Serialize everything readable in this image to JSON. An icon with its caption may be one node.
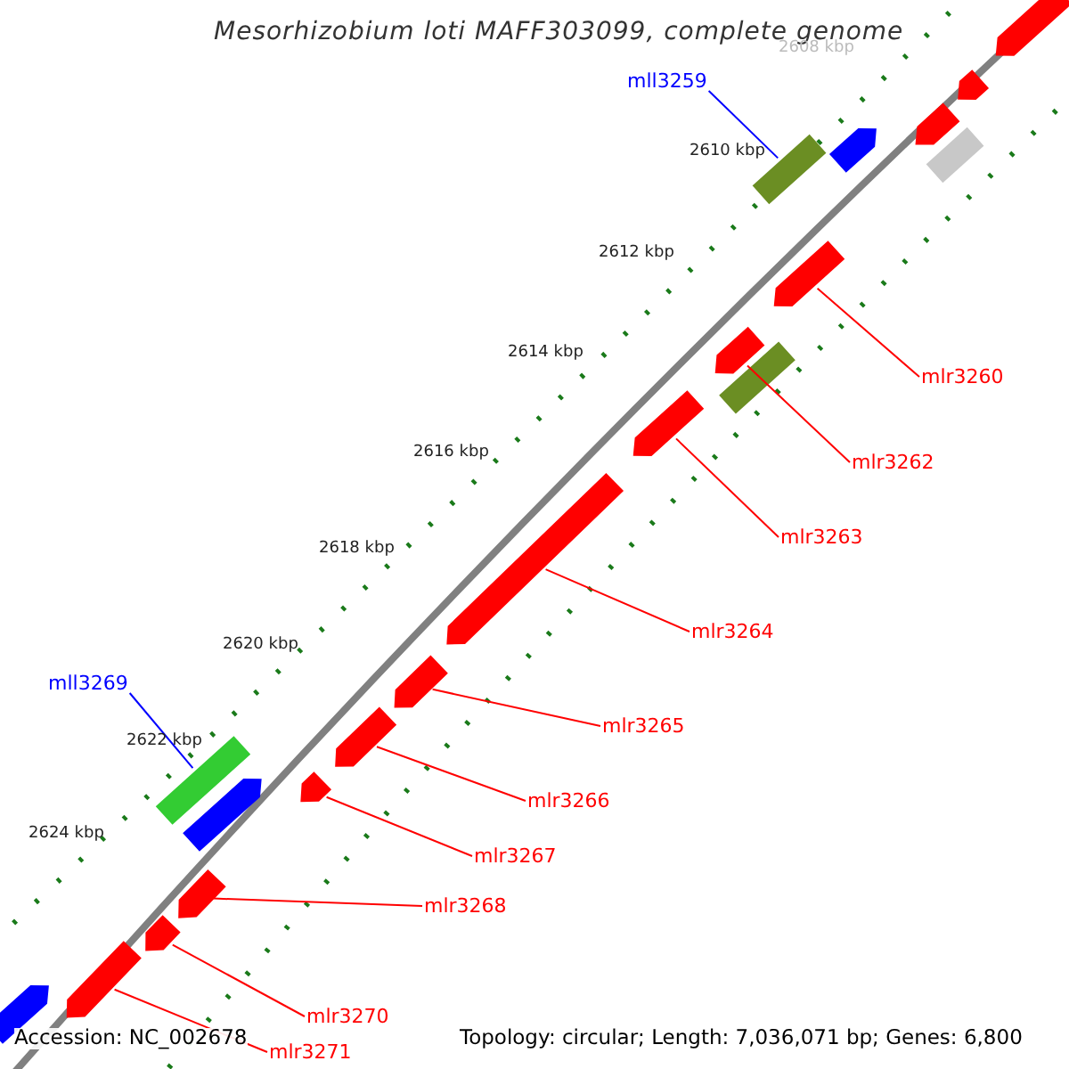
{
  "diagram": {
    "title": "Mesorhizobium loti MAFF303099, complete genome",
    "nodes": [
      {
        "text": [
          "mll3259"
        ]
      },
      {
        "text": [],
        "shape": "bar"
      },
      {
        "text": [
          "mlr3260"
        ]
      },
      {
        "text": [],
        "shape": "arrow"
      },
      {
        "text": [
          "mlr3262"
        ]
      },
      {
        "text": [],
        "shape": "arrow"
      },
      {
        "text": [
          "mlr3263"
        ]
      },
      {
        "text": [],
        "shape": "arrow"
      },
      {
        "text": [
          "mlr3264"
        ]
      },
      {
        "text": [],
        "shape": "arrow"
      },
      {
        "text": [
          "mlr3265"
        ]
      },
      {
        "text": [],
        "shape": "arrow"
      },
      {
        "text": [
          "mlr3266"
        ]
      },
      {
        "text": [],
        "shape": "arrow"
      },
      {
        "text": [
          "mlr3267"
        ]
      },
      {
        "text": [],
        "shape": "arrow"
      },
      {
        "text": [
          "mlr3268"
        ]
      },
      {
        "text": [],
        "shape": "arrow"
      },
      {
        "text": [
          "mll3269"
        ]
      },
      {
        "text": [],
        "shape": "bar"
      },
      {
        "text": [
          "mlr3270"
        ]
      },
      {
        "text": [],
        "shape": "arrow"
      },
      {
        "text": [
          "mlr3271"
        ]
      },
      {
        "text": [],
        "shape": "arrow"
      },
      {
        "text": [],
        "shape": "arrow"
      },
      {
        "text": [],
        "shape": "arrow"
      },
      {
        "text": [],
        "shape": "arrow"
      },
      {
        "text": [],
        "shape": "bar"
      },
      {
        "text": [],
        "shape": "arrow"
      },
      {
        "text": [],
        "shape": "bar"
      },
      {
        "text": [],
        "shape": "arrow"
      },
      {
        "text": [],
        "shape": "arrow"
      }
    ],
    "edges": [
      {
        "from": 0,
        "to": 1,
        "arrow": "none",
        "color": "#0000ff"
      },
      {
        "from": 2,
        "to": 3,
        "arrow": "none"
      },
      {
        "from": 4,
        "to": 5,
        "arrow": "none"
      },
      {
        "from": 6,
        "to": 7,
        "arrow": "none"
      },
      {
        "from": 8,
        "to": 9,
        "arrow": "none"
      },
      {
        "from": 10,
        "to": 11,
        "arrow": "none"
      },
      {
        "from": 12,
        "to": 13,
        "arrow": "none"
      },
      {
        "from": 14,
        "to": 15,
        "arrow": "none"
      },
      {
        "from": 16,
        "to": 17,
        "arrow": "none"
      },
      {
        "from": 18,
        "to": 19,
        "arrow": "none",
        "color": "#0000ff"
      },
      {
        "from": 20,
        "to": 21,
        "arrow": "none"
      },
      {
        "from": 22,
        "to": 23,
        "arrow": "none"
      }
    ],
    "labels": [
      "2608 kbp",
      "2610 kbp",
      "2612 kbp",
      "2614 kbp",
      "2616 kbp",
      "2618 kbp",
      "2620 kbp",
      "2622 kbp",
      "2624 kbp",
      "Accession: NC_002678",
      "Topology: circular; Length: 7,036,071 bp; Genes: 6,800"
    ]
  }
}
